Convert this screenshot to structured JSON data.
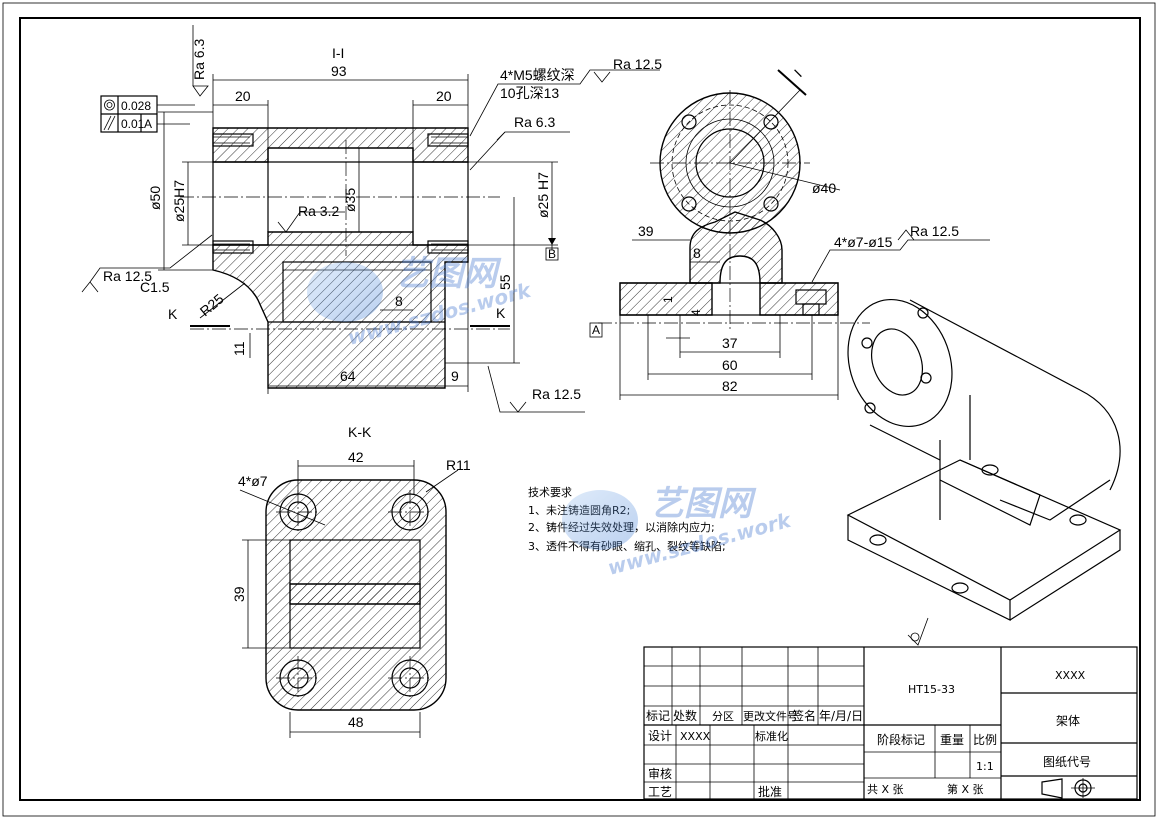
{
  "section_views": {
    "main_label": "I-I",
    "kk_label": "K-K",
    "cut_mark": "I",
    "section_mark": "K"
  },
  "dims": {
    "d93": "93",
    "d20a": "20",
    "d20b": "20",
    "d55": "55",
    "d64": "64",
    "d9": "9",
    "d11": "11",
    "d8a": "8",
    "phi50": "ø50",
    "phi25h7": "ø25H7",
    "phi35": "ø35",
    "phi25h7b": "ø25 H7",
    "r25": "R25",
    "c15": "C1.5",
    "m5": "4*M5螺纹深",
    "hole10": "10孔深13",
    "d39": "39",
    "d8b": "8",
    "phi40": "ø40",
    "phi7_15": "4*ø7-ø15",
    "d37": "37",
    "d60": "60",
    "d82": "82",
    "d42": "42",
    "r11": "R11",
    "phi7": "4*ø7",
    "d39b": "39",
    "d48": "48",
    "d4": "4",
    "d1": "1"
  },
  "roughness": {
    "ra63a": "Ra 6.3",
    "ra125a": "Ra 12.5",
    "ra63b": "Ra 6.3",
    "ra32": "Ra 3.2",
    "ra125b": "Ra 12.5",
    "ra125c": "Ra 12.5",
    "ra125d": "Ra 12.5"
  },
  "tolerance": {
    "circ_val": "0.028",
    "par_val": "0.01",
    "par_ref": "A",
    "datum_a": "A",
    "datum_b": "B"
  },
  "notes": {
    "title": "技术要求",
    "n1": "1、未注铸造圆角R2;",
    "n2": "2、铸件经过失效处理，以消除内应力;",
    "n3": "3、透件不得有砂眼、缩孔、裂纹等缺陷;"
  },
  "watermark": {
    "brand": "艺图网",
    "url": "www.szdos.work"
  },
  "title_block": {
    "material": "HT15-33",
    "code_top": "XXXX",
    "part_name": "架体",
    "drawing_no": "图纸代号",
    "h_mark": "标记",
    "h_count": "处数",
    "h_zone": "分区",
    "h_doc": "更改文件号",
    "h_sign": "签名",
    "h_date": "年/月/日",
    "design": "设计",
    "designer": "XXXX",
    "standard": "标准化",
    "review": "审核",
    "process": "工艺",
    "approve": "批准",
    "stage": "阶段标记",
    "weight": "重量",
    "scale": "比例",
    "scale_val": "1:1",
    "total": "共 X 张",
    "sheet": "第 X 张"
  }
}
